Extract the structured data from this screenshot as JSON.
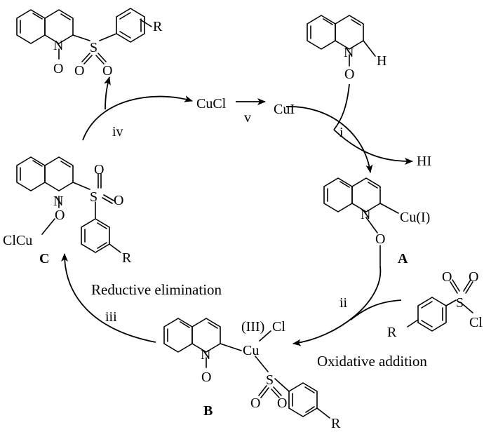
{
  "molecules": {
    "product": {
      "r": "R",
      "n": "N",
      "o": "O",
      "s": "S",
      "so1": "O",
      "so2": "O"
    },
    "substrate": {
      "n": "N",
      "h": "H",
      "o": "O"
    },
    "a": {
      "n": "N",
      "o": "O",
      "cu": "Cu(I)",
      "label": "A"
    },
    "b": {
      "n": "N",
      "o": "O",
      "cu": "Cu",
      "cl": "Cl",
      "ox": "(III)",
      "s": "S",
      "so1": "O",
      "so2": "O",
      "r": "R",
      "label": "B"
    },
    "c": {
      "n": "N",
      "o": "O",
      "clcu": "ClCu",
      "s": "S",
      "so1": "O",
      "so2": "O",
      "r": "R",
      "label": "C"
    },
    "reagent": {
      "r": "R",
      "s": "S",
      "so1": "O",
      "so2": "O",
      "cl": "Cl"
    }
  },
  "species": {
    "cucl": "CuCl",
    "cui": "CuI",
    "hi": "HI"
  },
  "steps": {
    "i": "i",
    "ii": "ii",
    "iii": "iii",
    "iv": "iv",
    "v": "v"
  },
  "captions": {
    "reductive": "Reductive elimination",
    "oxidative": "Oxidative addition"
  }
}
